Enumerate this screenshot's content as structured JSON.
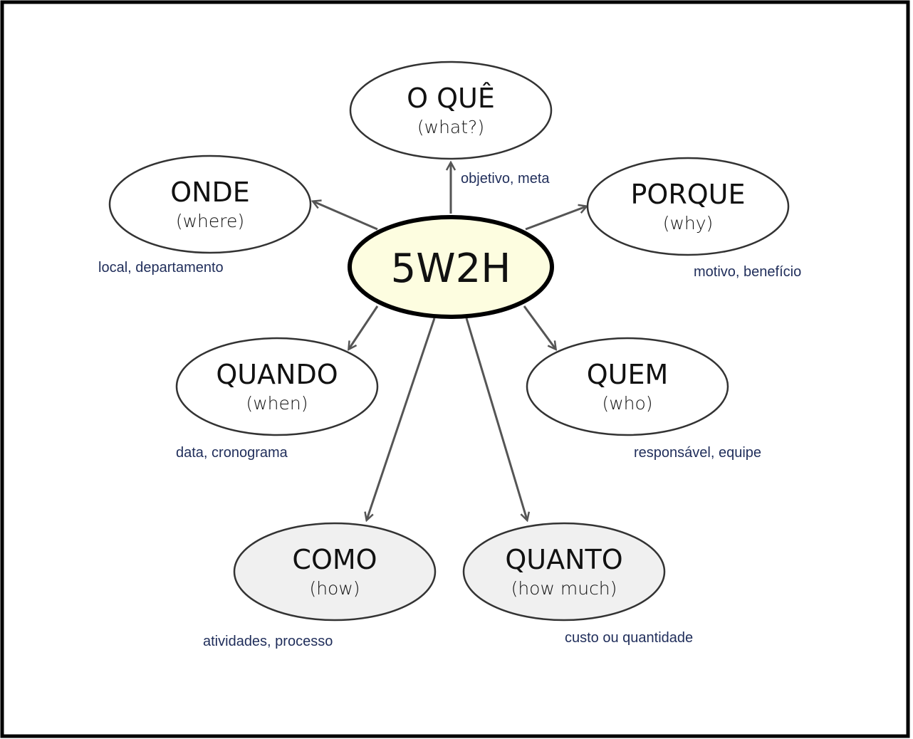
{
  "center": {
    "label": "5W2H"
  },
  "nodes": [
    {
      "id": "what",
      "title": "O QUÊ",
      "subtitle": "(what?)",
      "note": "objetivo, meta"
    },
    {
      "id": "where",
      "title": "ONDE",
      "subtitle": "(where)",
      "note": "local, departamento"
    },
    {
      "id": "why",
      "title": "PORQUE",
      "subtitle": "(why)",
      "note": "motivo, benefício"
    },
    {
      "id": "when",
      "title": "QUANDO",
      "subtitle": "(when)",
      "note": "data, cronograma"
    },
    {
      "id": "who",
      "title": "QUEM",
      "subtitle": "(who)",
      "note": "responsável, equipe"
    },
    {
      "id": "how",
      "title": "COMO",
      "subtitle": "(how)",
      "note": "atividades, processo"
    },
    {
      "id": "howmuch",
      "title": "QUANTO",
      "subtitle": "(how much)",
      "note": "custo ou quantidade"
    }
  ],
  "colors": {
    "center_fill": "#fdfde0",
    "node_fill": "#ffffff",
    "how_fill": "#f0f0f0",
    "note": "#1f2d5a",
    "line": "#555555"
  }
}
